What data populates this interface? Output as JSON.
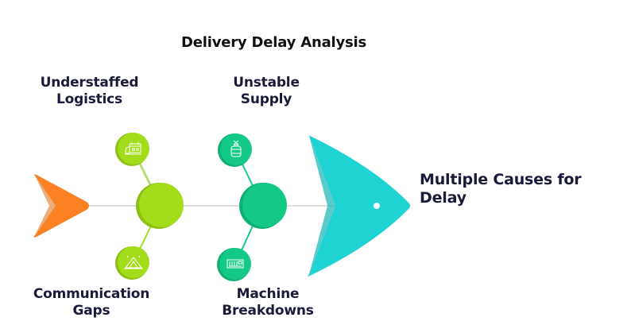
{
  "title": "Delivery Delay Analysis",
  "effect": {
    "line1": "Multiple Causes for",
    "line2": "Delay",
    "color": "#1fd3d3"
  },
  "colors": {
    "tail": "#fb8122",
    "tail_shade": "#d86a12",
    "spine": "#dddddd",
    "head": "#1fd3d3",
    "head_shade": "#17b3b3",
    "group1": "#a3dc1b",
    "group1_shade": "#8cc012",
    "group2": "#14c986",
    "group2_shade": "#0fae72"
  },
  "causes": [
    {
      "id": "understaffed",
      "line1": "Understaffed",
      "line2": "Logistics",
      "icon": "truck-calendar-icon",
      "group": 1,
      "position": "top"
    },
    {
      "id": "communication",
      "line1": "Communication",
      "line2": "Gaps",
      "icon": "tent-icon",
      "group": 1,
      "position": "bottom"
    },
    {
      "id": "unstable",
      "line1": "Unstable",
      "line2": "Supply",
      "icon": "gas-cylinder-icon",
      "group": 2,
      "position": "top"
    },
    {
      "id": "machine",
      "line1": "Machine",
      "line2": "Breakdowns",
      "icon": "keyboard-icon",
      "group": 2,
      "position": "bottom"
    }
  ]
}
